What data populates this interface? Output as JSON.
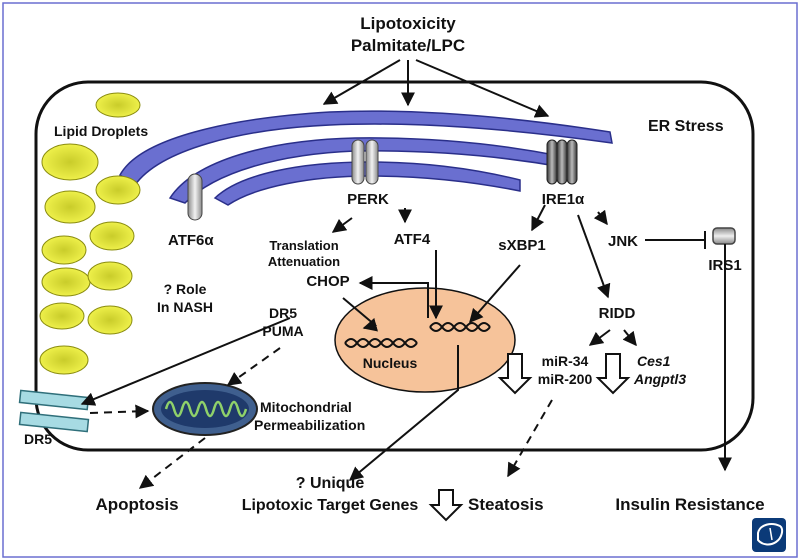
{
  "top": {
    "line1": "Lipotoxicity",
    "line2": "Palmitate/LPC"
  },
  "compartments": {
    "lipid_droplets": "Lipid Droplets",
    "er_stress": "ER Stress",
    "nucleus": "Nucleus"
  },
  "sensors": {
    "atf6": "ATF6α",
    "perk": "PERK",
    "ire1": "IRE1α"
  },
  "intermediates": {
    "translation_1": "Translation",
    "translation_2": "Attenuation",
    "atf4": "ATF4",
    "sxbp1": "sXBP1",
    "jnk": "JNK",
    "irs1": "IRS1",
    "chop": "CHOP",
    "role_1": "? Role",
    "role_2": "In NASH",
    "dr5_upper": "DR5",
    "puma": "PUMA",
    "ridd": "RIDD",
    "mir34": "miR-34",
    "mir200": "miR-200",
    "ces1": "Ces1",
    "angptl3": "Angptl3",
    "dr5_receptor": "DR5",
    "mito_1": "Mitochondrial",
    "mito_2": "Permeabilization"
  },
  "outcomes": {
    "apoptosis": "Apoptosis",
    "unique_1": "? Unique",
    "unique_2": "Lipotoxic Target Genes",
    "steatosis": "Steatosis",
    "insulin_resistance": "Insulin Resistance"
  },
  "colors": {
    "er": "#6a6fd0",
    "lipid": "#e0e23a",
    "nucleus": "#f6c39a",
    "mito": "#3f5f8e",
    "receptor": "#a7dbe3"
  },
  "icons": {
    "corner_logo": "liver-logo-icon"
  }
}
